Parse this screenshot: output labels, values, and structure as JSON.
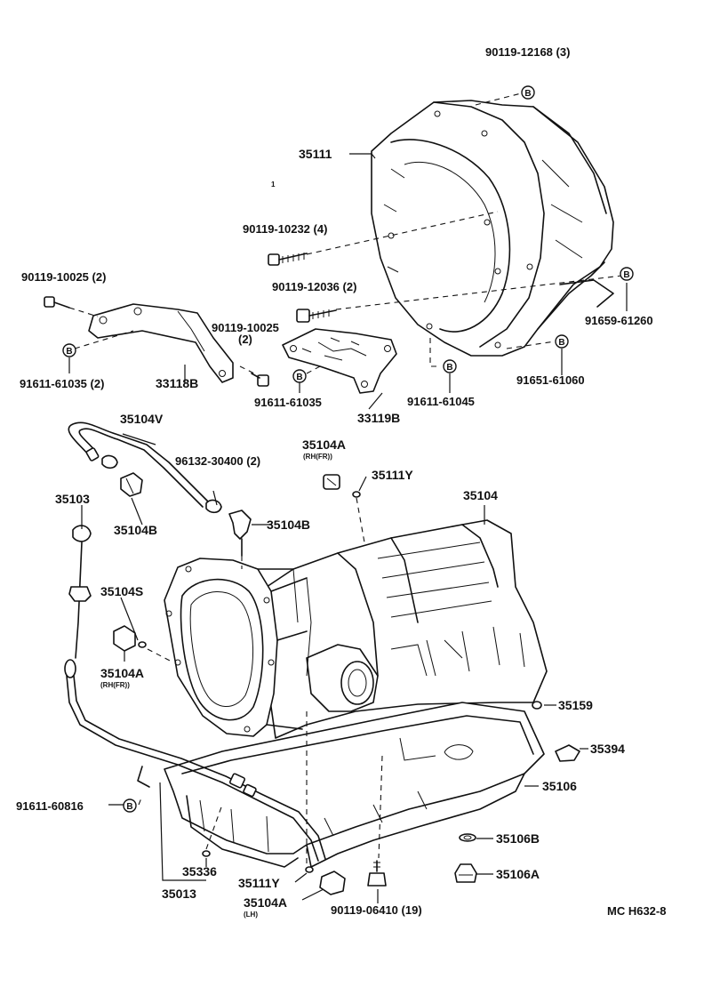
{
  "labels": {
    "p_90119_12168": "90119-12168 (3)",
    "p_35111": "35111",
    "p_90119_10232": "90119-10232 (4)",
    "p_90119_10025a": "90119-10025 (2)",
    "p_90119_12036": "90119-12036 (2)",
    "p_91659_61260": "91659-61260",
    "p_90119_10025b": "90119-10025",
    "p_90119_10025b_qty": "(2)",
    "p_91611_61035a": "91611-61035 (2)",
    "p_33118B": "33118B",
    "p_91611_61035b": "91611-61035",
    "p_33119B": "33119B",
    "p_91611_61045": "91611-61045",
    "p_91651_61060": "91651-61060",
    "p_35104V": "35104V",
    "p_96132_30400": "96132-30400 (2)",
    "p_35104A_top": "35104A",
    "p_35104A_top_note": "(RH(FR))",
    "p_35111Y_top": "35111Y",
    "p_35104": "35104",
    "p_35103": "35103",
    "p_35104B_left": "35104B",
    "p_35104B_right": "35104B",
    "p_35104S": "35104S",
    "p_35104A_mid": "35104A",
    "p_35104A_mid_note": "(RH(FR))",
    "p_35159": "35159",
    "p_35394": "35394",
    "p_35106": "35106",
    "p_91611_60816": "91611-60816",
    "p_35106B": "35106B",
    "p_35336": "35336",
    "p_35106A": "35106A",
    "p_35013": "35013",
    "p_35111Y_bottom": "35111Y",
    "p_35104A_bottom": "35104A",
    "p_35104A_bottom_note": "(LH)",
    "p_90119_06410": "90119-06410 (19)",
    "drawing_code": "MC H632-8",
    "stray_mark": "1"
  },
  "badge_letter": "B"
}
